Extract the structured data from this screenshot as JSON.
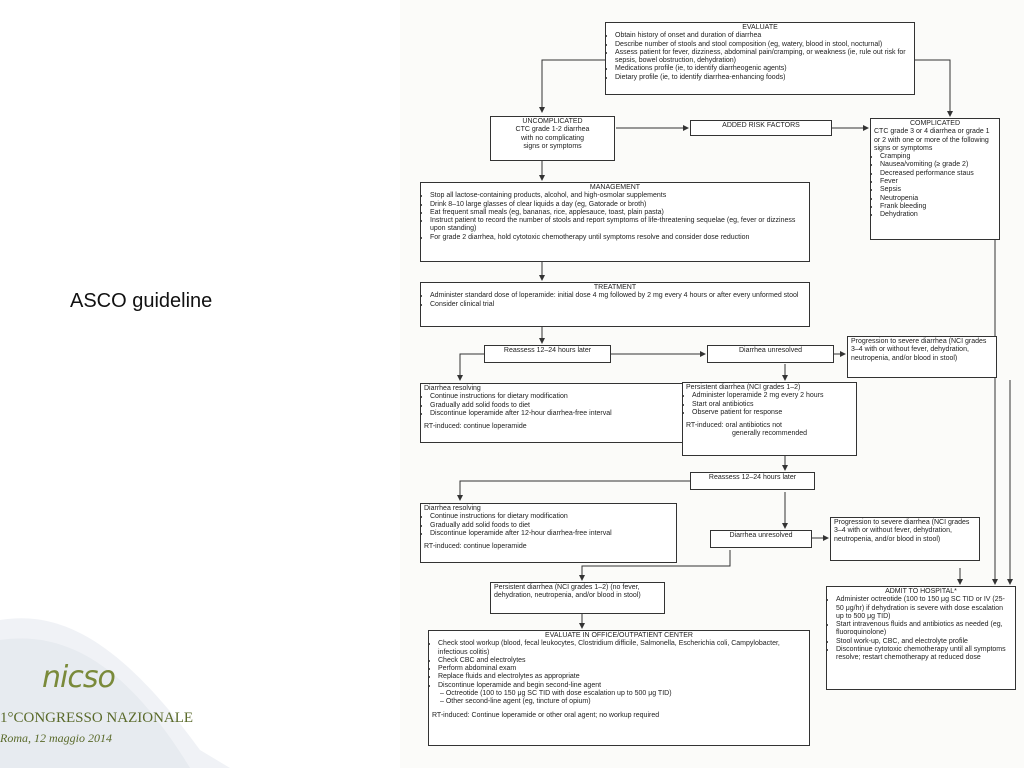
{
  "slide_title": "ASCO guideline",
  "logo": {
    "name": "nicso",
    "congress": "1°CONGRESSO NAZIONALE",
    "date": "Roma, 12 maggio 2014"
  },
  "evaluate": {
    "heading": "EVALUATE",
    "items": [
      "Obtain history of onset and duration of diarrhea",
      "Describe number of stools and stool composition (eg, watery, blood in stool, nocturnal)",
      "Assess patient for fever, dizziness, abdominal pain/cramping, or weakness (ie, rule out risk for sepsis, bowel obstruction, dehydration)",
      "Medications profile (ie, to identify diarrheogenic agents)",
      "Dietary profile (ie, to identify diarrhea-enhancing foods)"
    ]
  },
  "uncomplicated": {
    "heading": "UNCOMPLICATED",
    "lines": [
      "CTC grade 1-2 diarrhea",
      "with no complicating",
      "signs or symptoms"
    ]
  },
  "risk_factors": {
    "label": "ADDED RISK FACTORS"
  },
  "complicated": {
    "heading": "COMPLICATED",
    "intro": "CTC grade 3 or 4 diarrhea or grade 1 or 2 with one or more of the following signs or symptoms",
    "items": [
      "Cramping",
      "Nausea/vomiting (≥ grade 2)",
      "Decreased performance staus",
      "Fever",
      "Sepsis",
      "Neutropenia",
      "Frank bleeding",
      "Dehydration"
    ]
  },
  "management": {
    "heading": "MANAGEMENT",
    "items": [
      "Stop all lactose-containing products, alcohol, and high-osmolar supplements",
      "Drink 8–10 large glasses of clear liquids a day (eg, Gatorade or broth)",
      "Eat frequent small meals (eg, bananas, rice, applesauce, toast, plain pasta)",
      "Instruct patient to record the number of stools and report symptoms of life-threatening sequelae (eg, fever or dizziness upon standing)",
      "For grade 2 diarrhea, hold cytotoxic chemotherapy until symptoms resolve and consider dose reduction"
    ]
  },
  "treatment": {
    "heading": "TREATMENT",
    "items": [
      "Administer standard dose of loperamide: initial dose 4 mg followed by 2 mg every 4 hours or after every unformed stool",
      "Consider clinical trial"
    ]
  },
  "reassess1": {
    "label": "Reassess 12–24 hours later"
  },
  "unresolved1": {
    "label": "Diarrhea unresolved"
  },
  "severe1": {
    "text": "Progression to severe diarrhea (NCI grades 3–4 with or without fever, dehydration, neutropenia, and/or blood in stool)"
  },
  "resolving1": {
    "heading": "Diarrhea resolving",
    "items": [
      "Continue instructions for dietary modification",
      "Gradually add solid foods to diet",
      "Discontinue loperamide after 12-hour diarrhea-free interval"
    ],
    "note": "RT-induced: continue loperamide"
  },
  "persistent1": {
    "heading": "Persistent diarrhea (NCI grades 1–2)",
    "items": [
      "Administer loperamide 2 mg every 2 hours",
      "Start oral antibiotics",
      "Observe patient for response"
    ],
    "note1": "RT-induced: oral antibiotics not",
    "note2": "generally recommended"
  },
  "reassess2": {
    "label": "Reassess 12–24 hours later"
  },
  "resolving2": {
    "heading": "Diarrhea resolving",
    "items": [
      "Continue instructions for dietary modification",
      "Gradually add solid foods to diet",
      "Discontinue loperamide after 12-hour diarrhea-free interval"
    ],
    "note": "RT-induced: continue loperamide"
  },
  "unresolved2": {
    "label": "Diarrhea unresolved"
  },
  "severe2": {
    "text": "Progression to severe diarrhea (NCI grades 3–4 with or without fever, dehydration, neutropenia, and/or blood in stool)"
  },
  "persistent2": {
    "text": "Persistent diarrhea (NCI grades 1–2) (no fever, dehydration, neutropenia, and/or blood in stool)"
  },
  "admit": {
    "heading": "ADMIT TO HOSPITAL*",
    "items": [
      "Administer octreotide (100 to 150 μg SC TID or IV (25-50 μg/hr) if dehydration is severe with dose escalation up to 500 μg TID)",
      "Start intravenous fluids and antibiotics as needed (eg, fluoroquinolone)",
      "Stool work-up, CBC, and electrolyte profile",
      "Discontinue cytotoxic chemotherapy until all symptoms resolve; restart chemotherapy at reduced dose"
    ]
  },
  "office": {
    "heading": "EVALUATE IN OFFICE/OUTPATIENT CENTER",
    "items": [
      "Check stool workup (blood, fecal leukocytes, Clostridium difficile, Salmonella, Escherichia coli, Campylobacter, infectious colitis)",
      "Check CBC and electrolytes",
      "Perform abdominal exam",
      "Replace fluids and electrolytes as appropriate",
      "Discontinue loperamide and begin second-line agent"
    ],
    "sub1": "– Octreotide (100 to 150 μg SC TID with dose escalation up to 500 μg TID)",
    "sub2": "– Other second-line agent (eg, tincture of opium)",
    "note": "RT-induced: Continue loperamide or other oral agent; no workup required"
  }
}
